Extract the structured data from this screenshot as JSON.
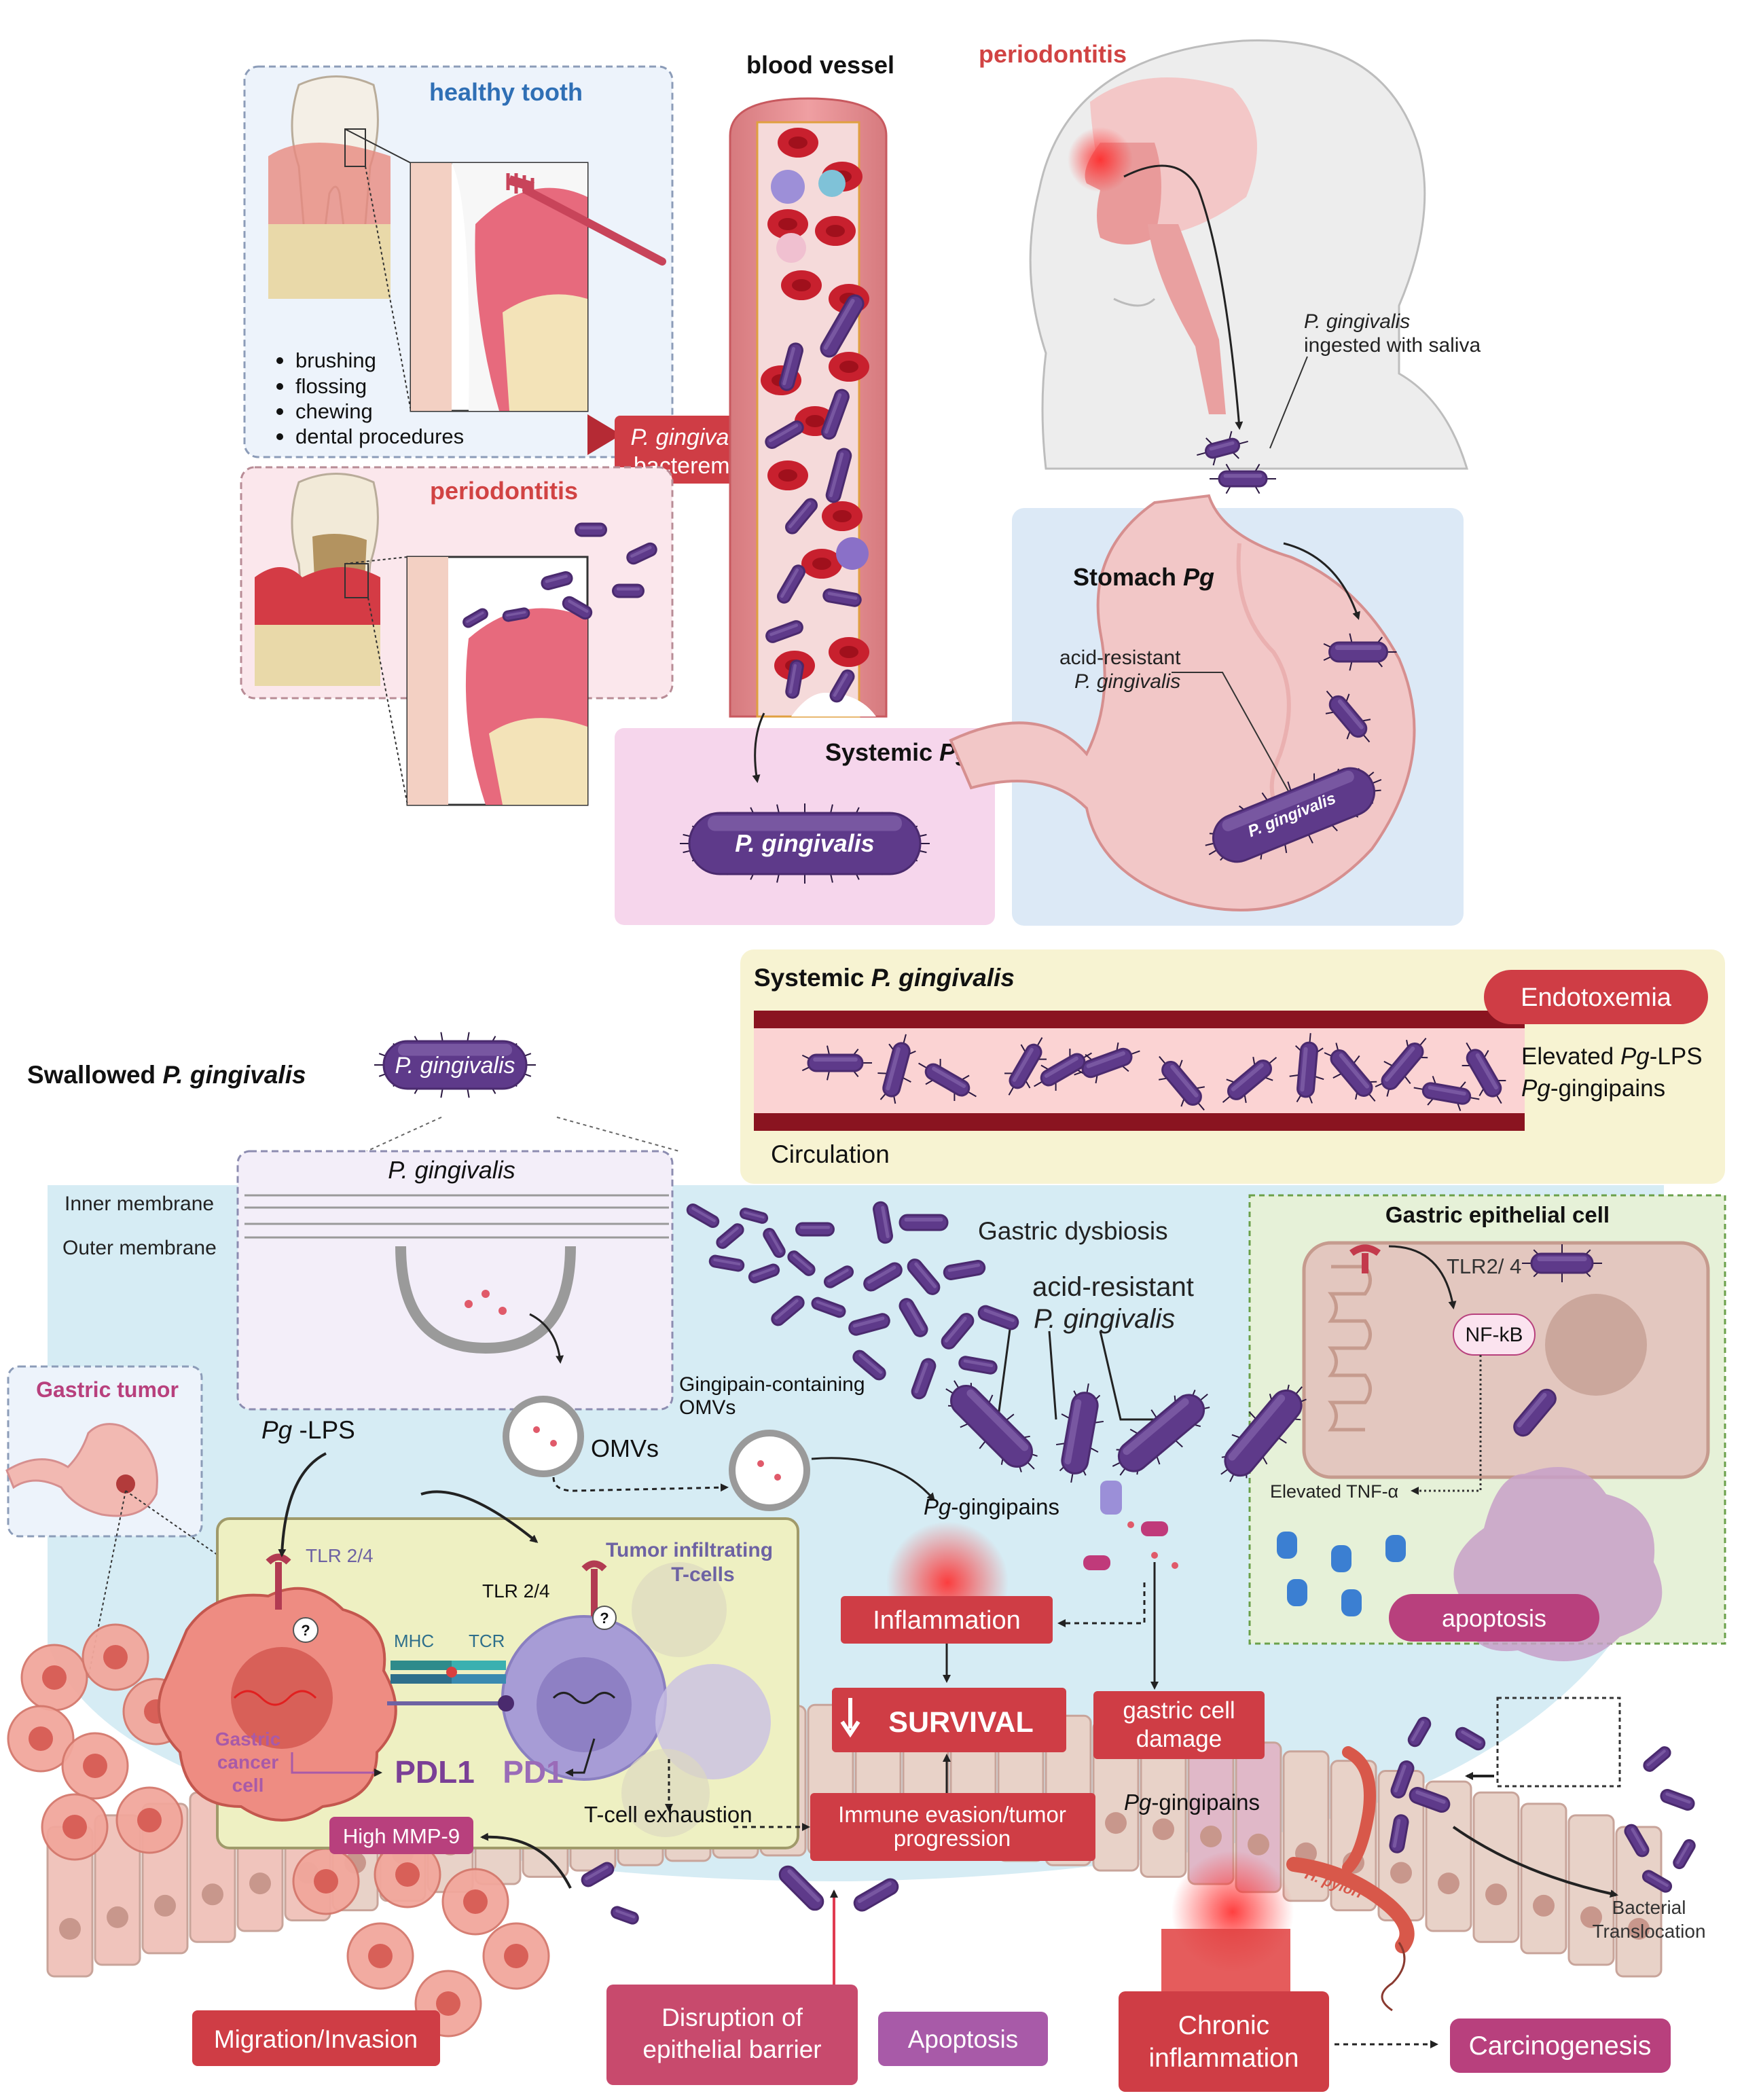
{
  "colors": {
    "bacterium": "#4a2a6e",
    "bacterium_body": "#5e3a8a",
    "red_label": "#d14343",
    "pink_label": "#b8407d",
    "blue_title": "#2f6fb5",
    "healthy_panel": "#edf3fb",
    "perio_panel": "#fbe7ec",
    "systemic_panel": "#f6d6ec",
    "stomach_panel": "#dce9f6",
    "circulation_panel": "#f7f3d2",
    "lumen": "#d6ecf4",
    "tumor_panel": "#eef0c2",
    "epithelial_panel": "#e6f1d8"
  },
  "top": {
    "healthy_tooth_title": "healthy tooth",
    "care_list": [
      "brushing",
      "flossing",
      "chewing",
      "dental procedures"
    ],
    "perio_left_title": "periodontitis",
    "bacteremia_line1": "P. gingivalis",
    "bacteremia_line2": "bacteremia",
    "blood_vessel_title": "blood vessel",
    "systemic_pg_title_main": "Systemic ",
    "systemic_pg_title_it": "Pg",
    "systemic_bacterium_label": "P. gingivalis",
    "perio_right_title": "periodontitis",
    "ingested_line1": "P. gingivalis",
    "ingested_line2": "ingested with saliva",
    "stomach_title_main": "Stomach ",
    "stomach_title_it": "Pg",
    "acid_line1": "acid-resistant",
    "acid_line2": "P. gingivalis",
    "stomach_bacterium_label": "P. gingivalis"
  },
  "bottom": {
    "swallowed_main": "Swallowed ",
    "swallowed_it": "P. gingivalis",
    "swallowed_bacterium_label": "P. gingivalis",
    "membrane_title": "P. gingivalis",
    "inner_membrane": "Inner membrane",
    "outer_membrane": "Outer membrane",
    "systemic_title_main": "Systemic ",
    "systemic_title_it": "P. gingivalis",
    "endotoxemia": "Endotoxemia",
    "elevated_main": "Elevated ",
    "elevated_it": "Pg",
    "elevated_tail": "-LPS",
    "gingipains_it": "Pg",
    "gingipains_tail": "-gingipains",
    "circulation": "Circulation",
    "gastric_dysbiosis": "Gastric dysbiosis",
    "acid_line1": "acid-resistant",
    "acid_line2": "P. gingivalis",
    "gastric_epithelial_title": "Gastric epithelial cell",
    "tlr24_epi": "TLR2/ 4",
    "nfkb": "NF-kB",
    "elevated_tnf": "Elevated TNF-α",
    "apoptosis_epi": "apoptosis",
    "gastric_tumor": "Gastric tumor",
    "pg_lps_it": "Pg",
    "pg_lps_tail": " -LPS",
    "omvs": "OMVs",
    "gingipain_omvs_line1": "Gingipain-containing",
    "gingipain_omvs_line2": "OMVs",
    "pg_gingipains_mid_it": "Pg",
    "pg_gingipains_mid_tail": "-gingipains",
    "tlr24_a": "TLR 2/4",
    "tlr24_b": "TLR 2/4",
    "tumor_t_line1": "Tumor infiltrating",
    "tumor_t_line2": "T-cells",
    "mhc": "MHC",
    "tcr": "TCR",
    "question": "?",
    "gastric_cancer_line1": "Gastric",
    "gastric_cancer_line2": "cancer",
    "gastric_cancer_line3": "cell",
    "pdl1": "PDL1",
    "pd1": "PD1",
    "t_exhaustion": "T-cell exhaustion",
    "high_mmp9": "High MMP-9",
    "inflammation": "Inflammation",
    "survival": "SURVIVAL",
    "gastric_damage_line1": "gastric cell",
    "gastric_damage_line2": "damage",
    "immune_line1": "Immune evasion/tumor",
    "immune_line2": "progression",
    "pg_gingipains_low_it": "Pg",
    "pg_gingipains_low_tail": "-gingipains",
    "h_pylori": "H. pylori",
    "bacterial_line1": "Bacterial",
    "bacterial_line2": "Translocation",
    "migration": "Migration/Invasion",
    "disruption_line1": "Disruption of",
    "disruption_line2": "epithelial barrier",
    "apoptosis_low": "Apoptosis",
    "chronic_line1": "Chronic",
    "chronic_line2": "inflammation",
    "carcinogenesis": "Carcinogenesis"
  }
}
